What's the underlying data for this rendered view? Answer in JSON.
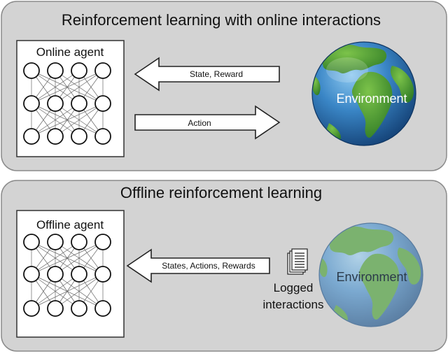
{
  "panels": [
    {
      "title": "Reinforcement learning with online interactions",
      "agent_label": "Online agent",
      "arrow_left_label": "State, Reward",
      "arrow_right_label": "Action",
      "environment_label": "Environment"
    },
    {
      "title": "Offline reinforcement learning",
      "agent_label": "Offline agent",
      "arrow_left_label": "States, Actions, Rewards",
      "log_label_line1": "Logged",
      "log_label_line2": "interactions",
      "environment_label": "Environment"
    }
  ],
  "colors": {
    "panel_bg": "#d3d3d3",
    "panel_border": "#8a8a8a",
    "agent_box_bg": "#ffffff",
    "arrow_fill": "#ffffff",
    "ocean": "#2f78b8",
    "land": "#3d9a36"
  },
  "icons": [
    "neural-network-icon",
    "globe-icon",
    "document-stack-icon"
  ]
}
